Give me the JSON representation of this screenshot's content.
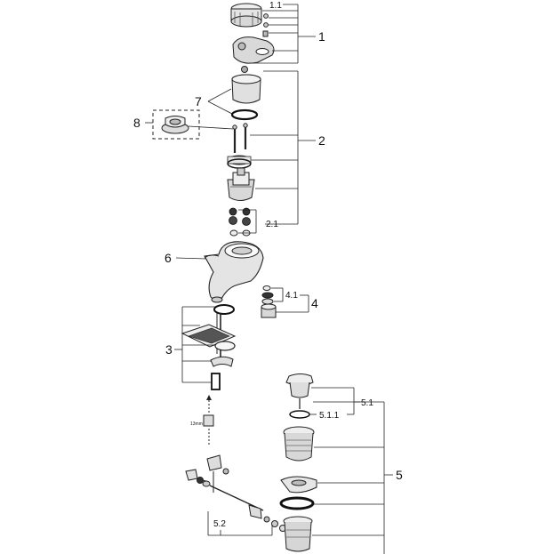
{
  "labels": {
    "l1_1": "1.1",
    "l1": "1",
    "l7": "7",
    "l8": "8",
    "l2": "2",
    "l2_1": "2.1",
    "l6": "6",
    "l4_1": "4.1",
    "l4": "4",
    "l3": "3",
    "l5_1": "5.1",
    "l5_1_1": "5.1.1",
    "l5": "5",
    "l5_2": "5.2",
    "l13mm": "13mm"
  }
}
